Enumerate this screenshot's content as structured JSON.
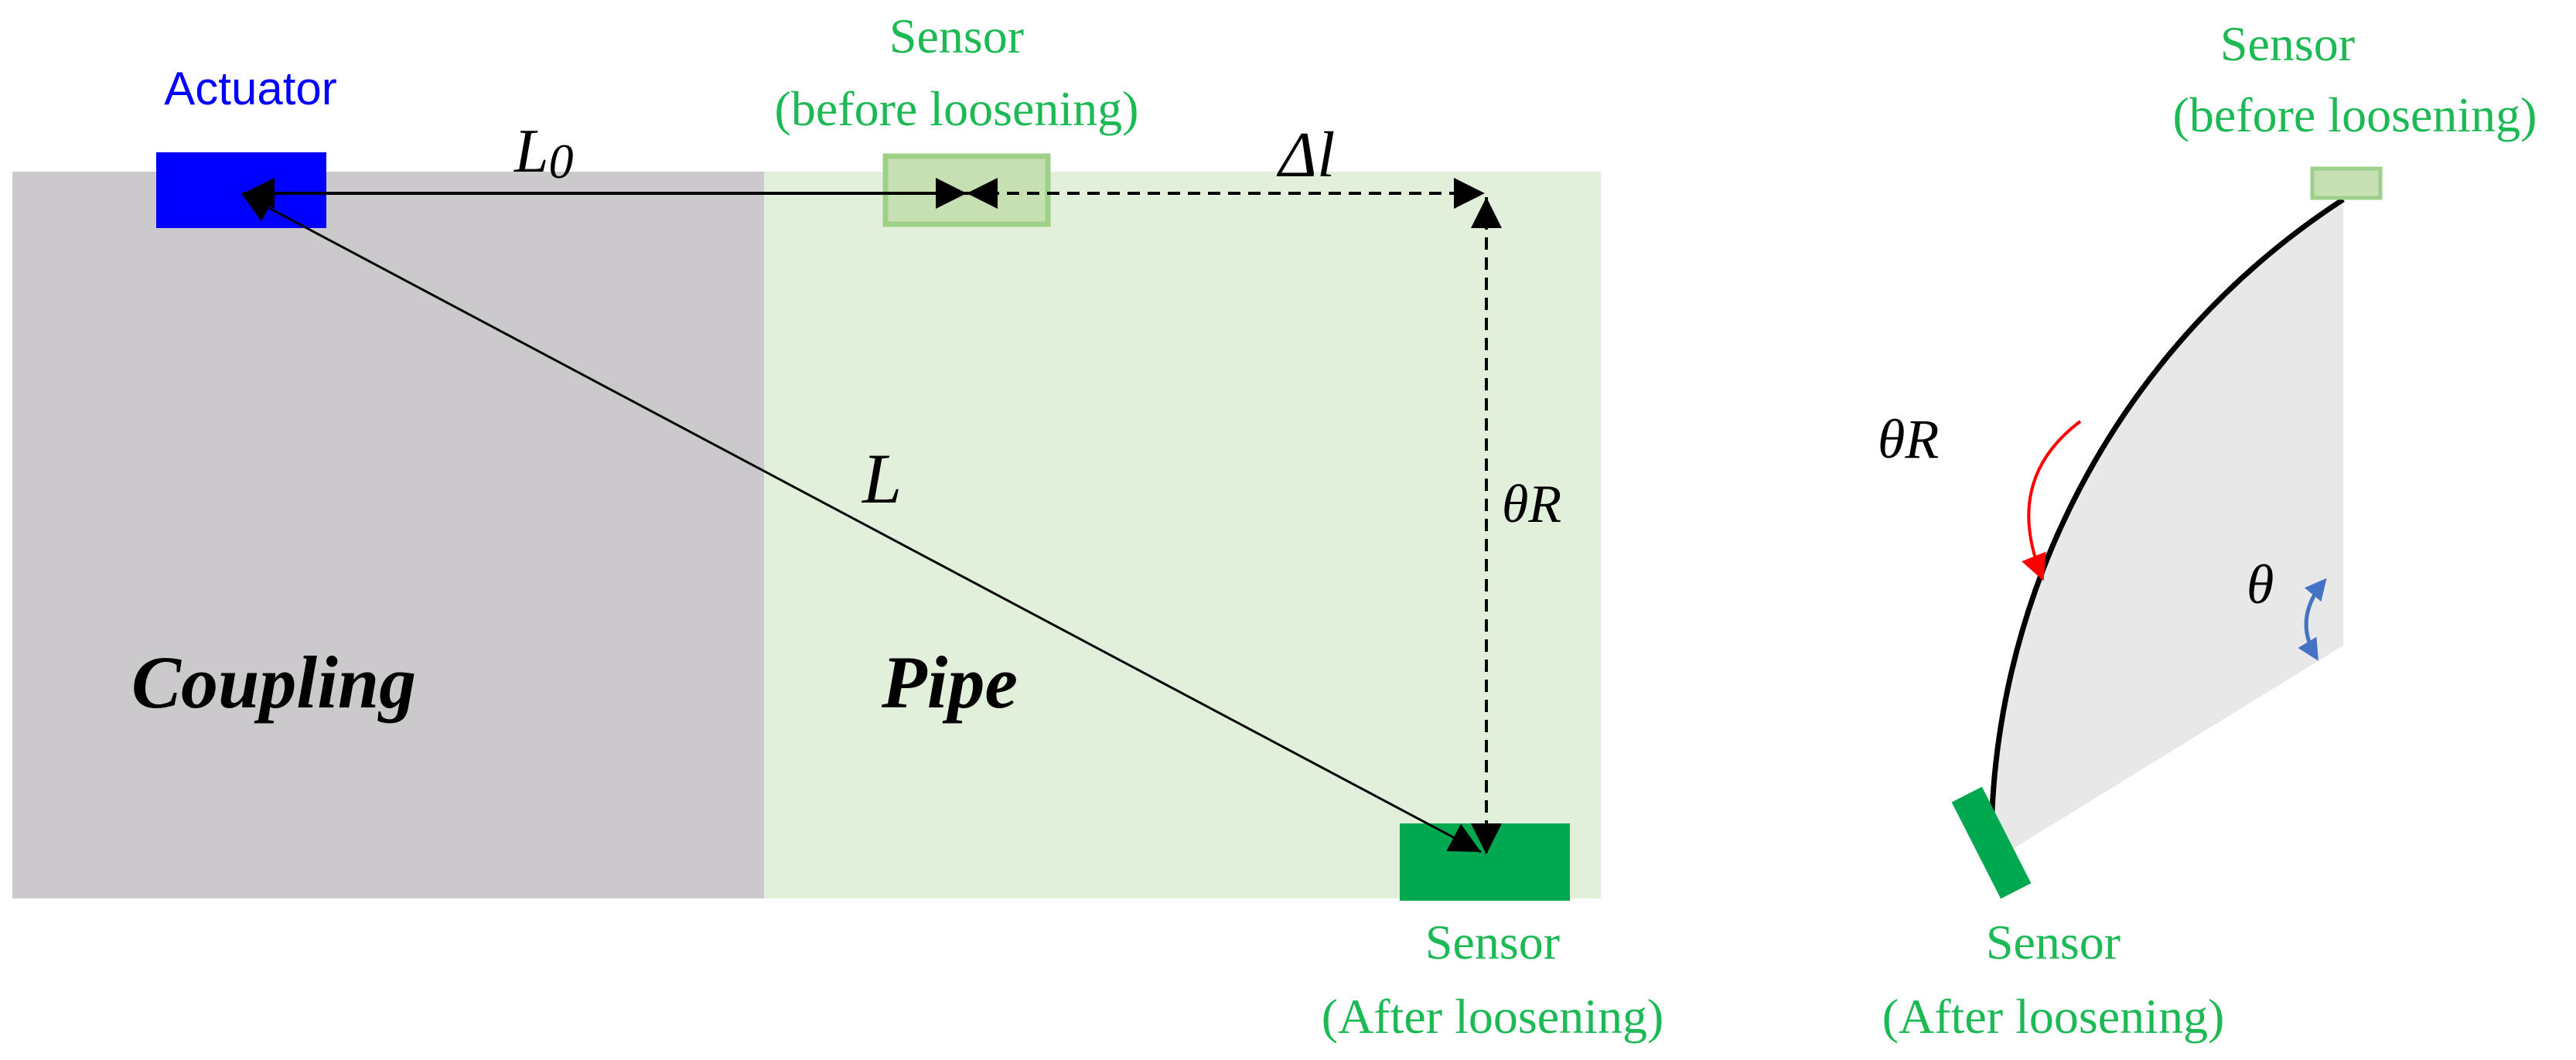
{
  "labels": {
    "actuator": "Actuator",
    "sensor_before_line1": "Sensor",
    "sensor_before_line2": "(before loosening)",
    "sensor_after_line1": "Sensor",
    "sensor_after_line2": "(After loosening)",
    "coupling": "Coupling",
    "pipe": "Pipe",
    "L0_base": "L",
    "L0_sub": "0",
    "delta_l": "Δl",
    "L": "L",
    "theta_R": "θR",
    "theta": "θ"
  },
  "colors": {
    "coupling_fill": "#ccc9cc",
    "pipe_fill": "#e2efda",
    "actuator": "#0000ff",
    "sensor_before": "#c6e0b4",
    "sensor_before_border": "#9fd08a",
    "sensor_after": "#00a84f",
    "label_green": "#1db954",
    "sector_fill": "#e8e8e8",
    "rotation_arrow": "#ff0000",
    "angle_arrow": "#4472c4"
  }
}
